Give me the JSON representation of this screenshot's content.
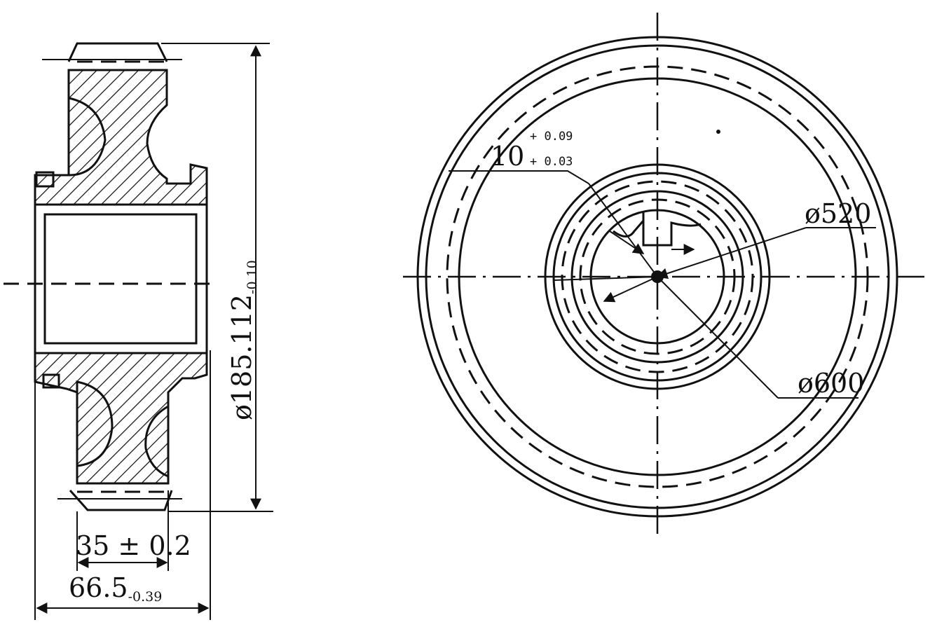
{
  "side_view": {
    "diameter_main": "ø185.112",
    "diameter_tol": "-0.10",
    "width_inner_main": "35 ± 0.2",
    "width_outer_main": "66.5",
    "width_outer_tol": "-0.39"
  },
  "front_view": {
    "keyway_main": "10",
    "keyway_tol_upper": "+ 0.09",
    "keyway_tol_lower": "+ 0.03",
    "diameter_inner": "ø520",
    "diameter_outer": "ø600"
  },
  "colors": {
    "ink": "#111111",
    "paper": "#ffffff"
  }
}
